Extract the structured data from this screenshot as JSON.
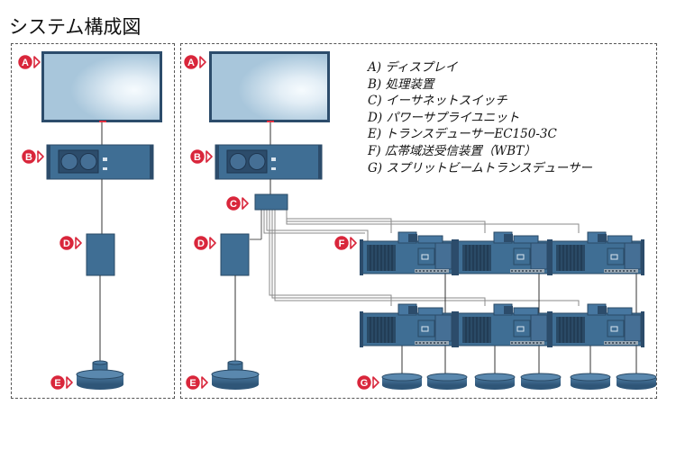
{
  "title": "システム構成図",
  "legend": [
    "A) ディスプレイ",
    "B) 処理装置",
    "C) イーサネットスイッチ",
    "D) パワーサプライユニット",
    "E) トランスデューサーEC150-3C",
    "F) 広帯域送受信装置（WBT）",
    "G) スプリットビームトランスデューサー"
  ],
  "labels": {
    "left": {
      "a": "A",
      "b": "B",
      "d": "D",
      "e": "E"
    },
    "right": {
      "a": "A",
      "b": "B",
      "c": "C",
      "d": "D",
      "e": "E",
      "f": "F",
      "g": "G"
    }
  },
  "colors": {
    "label_red": "#d9263b",
    "device_blue": "#3f6e94",
    "device_dark": "#2d4f6e",
    "screen_light": "#e9f3f9",
    "screen_blue": "#a9c7dc"
  }
}
